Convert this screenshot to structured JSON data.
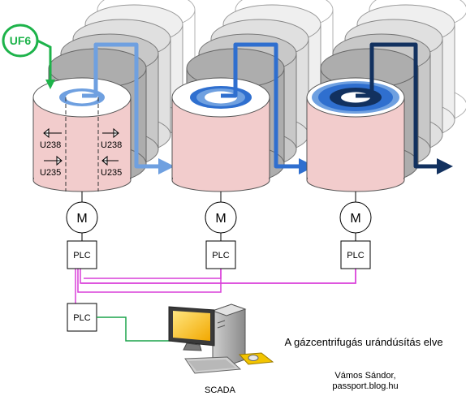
{
  "feed": {
    "label": "UF6",
    "color": "#1db34a"
  },
  "isotopes": {
    "heavy": "U238",
    "light": "U235"
  },
  "motor_label": "M",
  "plc_label": "PLC",
  "scada_label": "SCADA",
  "caption": "A gázcentrifugás urándúsítás elve",
  "credit": {
    "author": "Vámos Sándor,",
    "source": "passport.blog.hu"
  },
  "stages": [
    {
      "name": "stage-1",
      "flow_color": "#6fa0e0"
    },
    {
      "name": "stage-2",
      "flow_color": "#2f6fcf"
    },
    {
      "name": "stage-3",
      "flow_color": "#12315f"
    }
  ],
  "colors": {
    "cylinder_body": "#f2cccc",
    "cylinder_top": "#ffffff",
    "back_cylinder": "#d4d4d4",
    "plc_network": "#d93fd9",
    "scada_link": "#1aa34a",
    "monitor_screen": "#f2c400"
  }
}
